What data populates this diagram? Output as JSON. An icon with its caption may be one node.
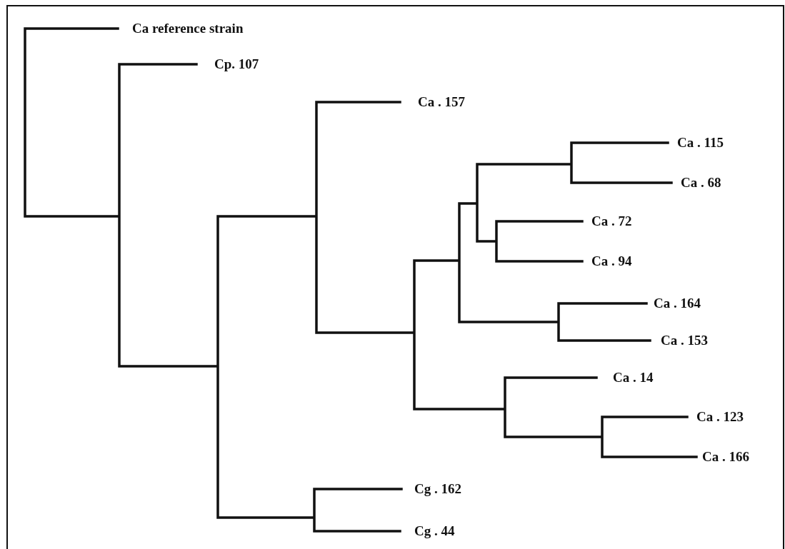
{
  "diagram": {
    "labels": [
      "Ca reference strain",
      "Cp. 107",
      "Ca . 157",
      "Ca . 115",
      "Ca . 68",
      "Ca . 72",
      "Ca . 94",
      "Ca . 164",
      "Ca . 153",
      "Ca . 14",
      "Ca . 123",
      "Ca . 166",
      "Cg . 162",
      "Cg . 44"
    ]
  }
}
